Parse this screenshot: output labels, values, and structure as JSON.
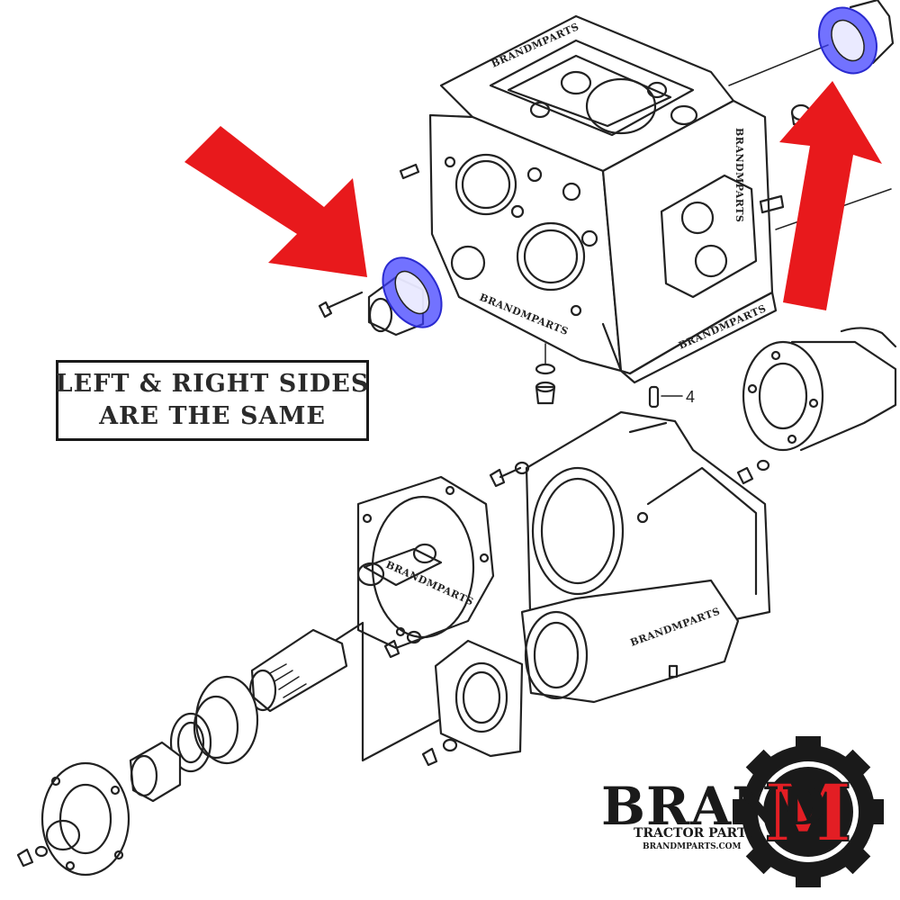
{
  "note": {
    "line1": "LEFT & RIGHT SIDES",
    "line2": "ARE THE SAME"
  },
  "diagram": {
    "callout_number": "4",
    "watermark": "BRANDMPARTS"
  },
  "logo": {
    "brand": "BRAND",
    "letter": "M",
    "tagline": "TRACTOR PARTS",
    "url": "BRANDMPARTS.COM"
  },
  "colors": {
    "arrow": "#e8191c",
    "highlight": "#3c3cff",
    "logo_red": "#e31e24",
    "gear": "#1a1a1a"
  }
}
